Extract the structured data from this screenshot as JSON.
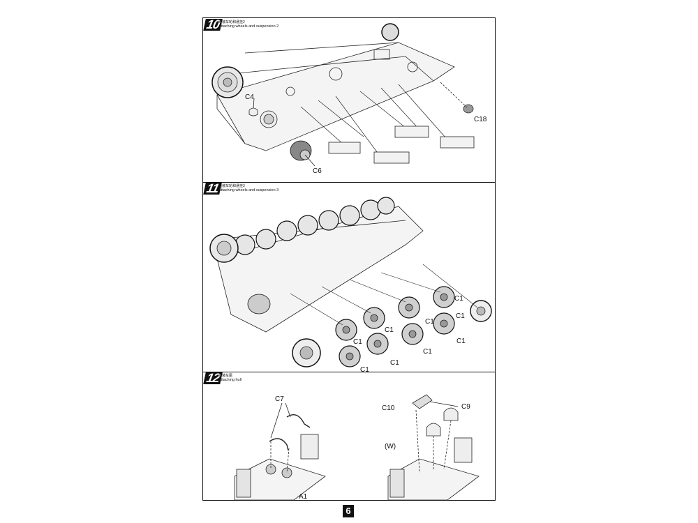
{
  "steps": [
    {
      "number": "10",
      "title_cn": "组装车轮和悬挂2",
      "title_en": "Attaching wheels and suspension 2",
      "callouts": [
        "C4",
        "C6",
        "C18"
      ]
    },
    {
      "number": "11",
      "title_cn": "组装车轮和悬挂3",
      "title_en": "Attaching wheels and suspension 3",
      "callouts": [
        "C1",
        "C1",
        "C1",
        "C1",
        "C1",
        "C1",
        "C1",
        "C1",
        "C1"
      ]
    },
    {
      "number": "12",
      "title_cn": "组装车尾",
      "title_en": "Attaching hull",
      "callouts": [
        "C7",
        "A1",
        "C10",
        "C9",
        "(W)"
      ]
    }
  ],
  "page_number": "6"
}
